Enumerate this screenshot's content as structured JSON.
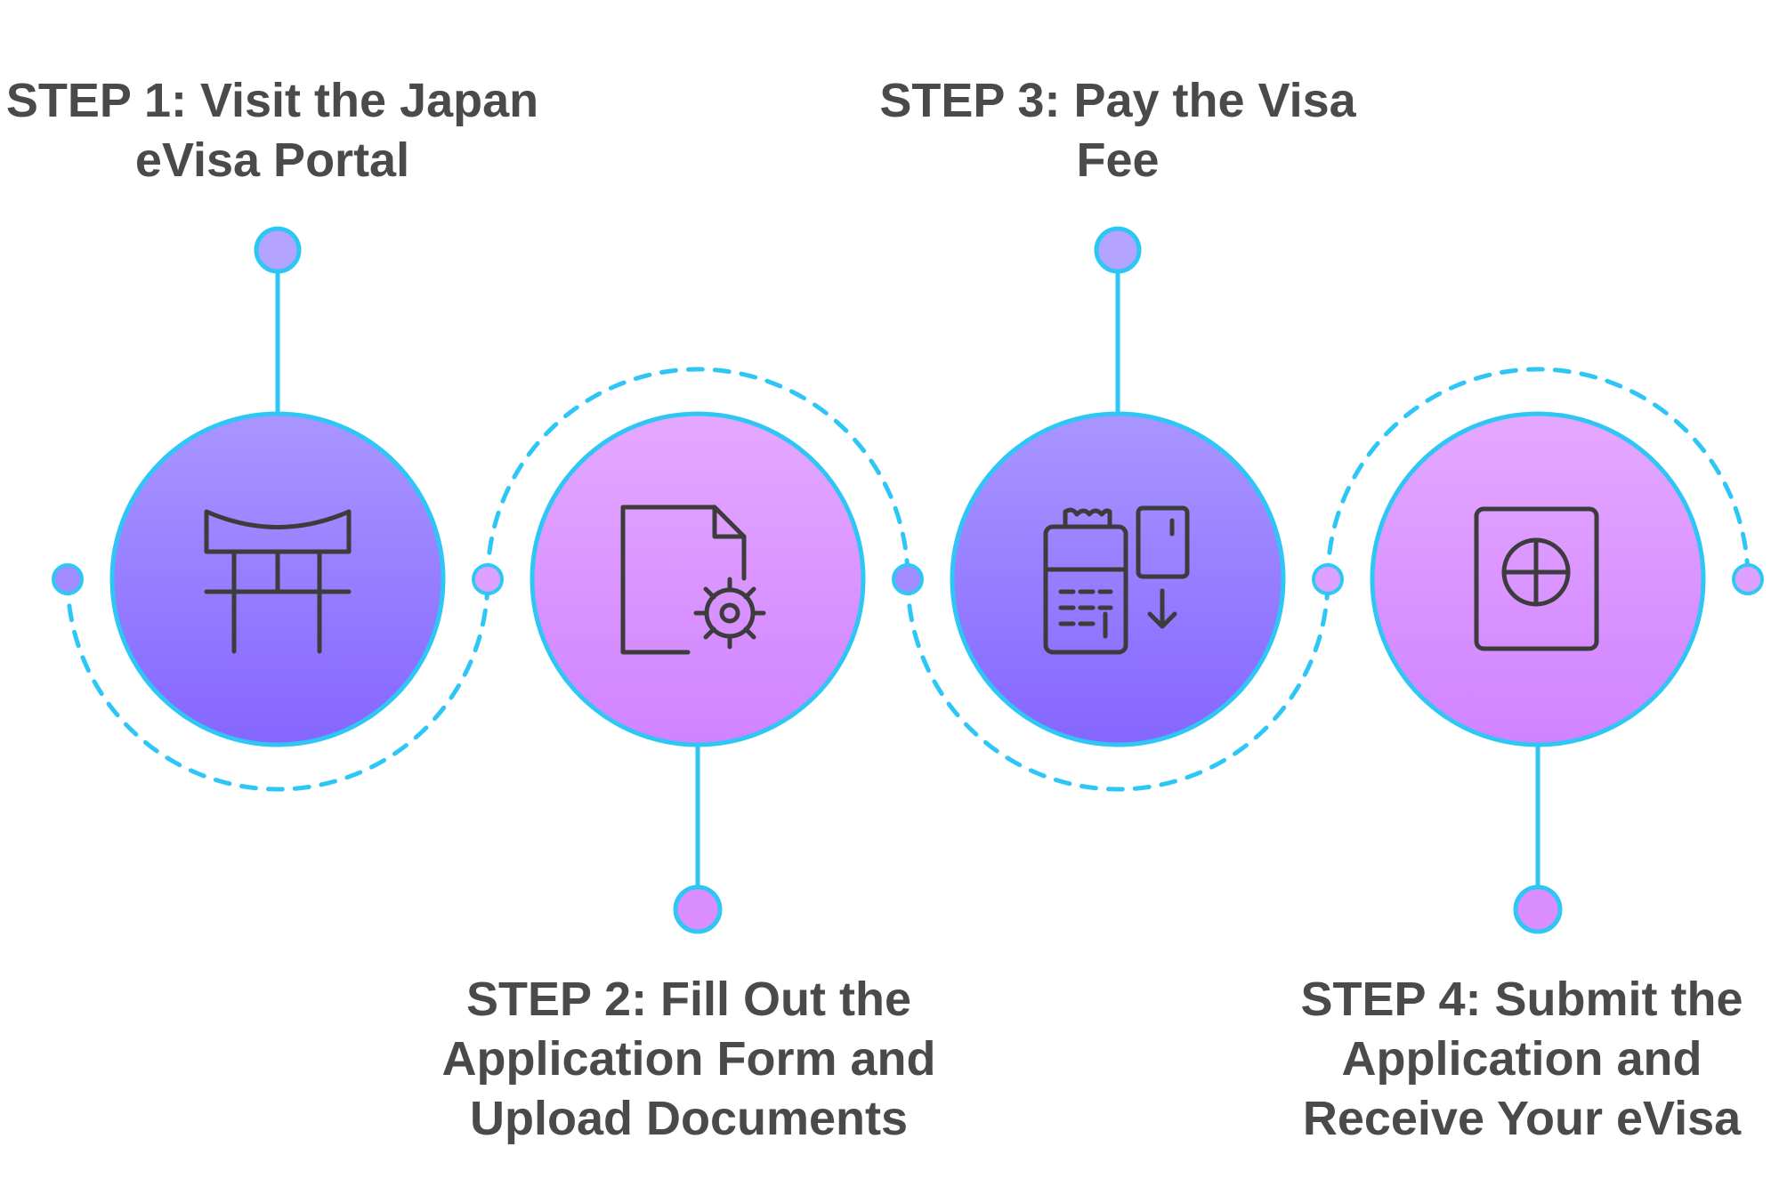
{
  "steps": [
    {
      "lines": [
        "STEP 1: Visit the Japan",
        "eVisa Portal"
      ],
      "icon": "torii-gate-icon"
    },
    {
      "lines": [
        "STEP 2: Fill Out the",
        "Application Form and",
        "Upload Documents"
      ],
      "icon": "document-gear-icon"
    },
    {
      "lines": [
        "STEP 3: Pay the Visa",
        "Fee"
      ],
      "icon": "payment-terminal-icon"
    },
    {
      "lines": [
        "STEP 4: Submit the",
        "Application and",
        "Receive Your eVisa"
      ],
      "icon": "passport-icon"
    }
  ],
  "colors": {
    "accent": "#2ec7f5",
    "circle_purple_top": "#a996ff",
    "circle_purple_bottom": "#8566ff",
    "circle_pink_top": "#e5a8ff",
    "circle_pink_bottom": "#d083ff",
    "dot_purple": "#b4a4ff",
    "dot_pink": "#d98dff",
    "text": "#4a4a4a",
    "icon_stroke": "#3c3c3c"
  }
}
